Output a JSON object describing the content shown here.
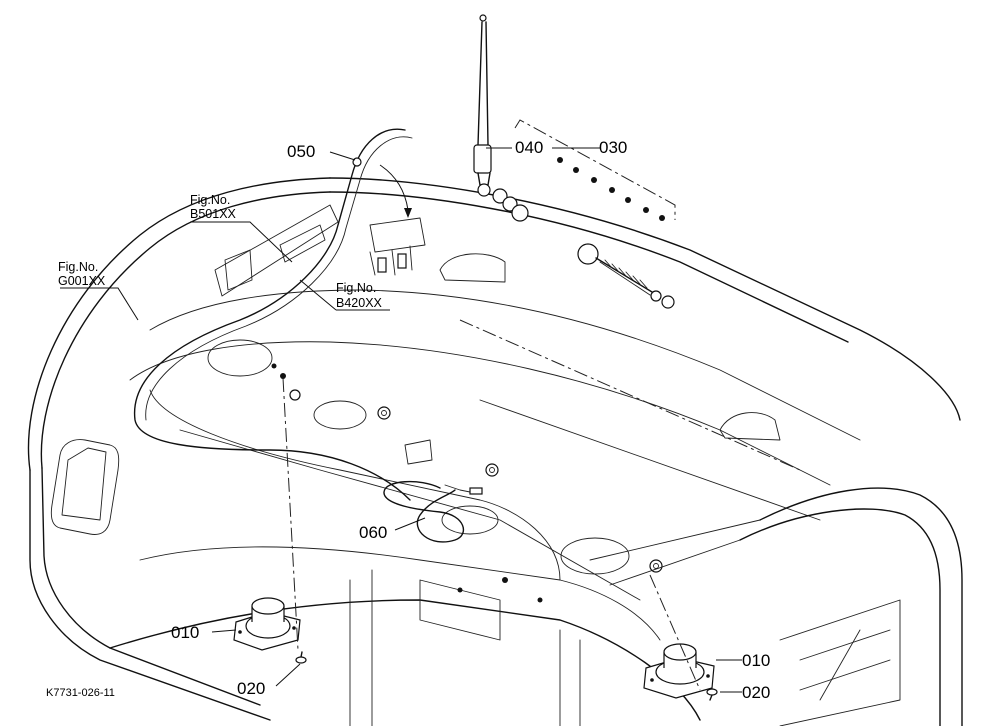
{
  "callouts": {
    "c050": "050",
    "c040": "040",
    "c030": "030",
    "c060": "060",
    "c010a": "010",
    "c010b": "010",
    "c020a": "020",
    "c020b": "020"
  },
  "fig_refs": {
    "b501": {
      "label": "Fig.No.",
      "code": "B501XX"
    },
    "g001": {
      "label": "Fig.No.",
      "code": "G001XX"
    },
    "b420": {
      "label": "Fig.No.",
      "code": "B420XX"
    }
  },
  "drawing_code": "K7731-026-11"
}
